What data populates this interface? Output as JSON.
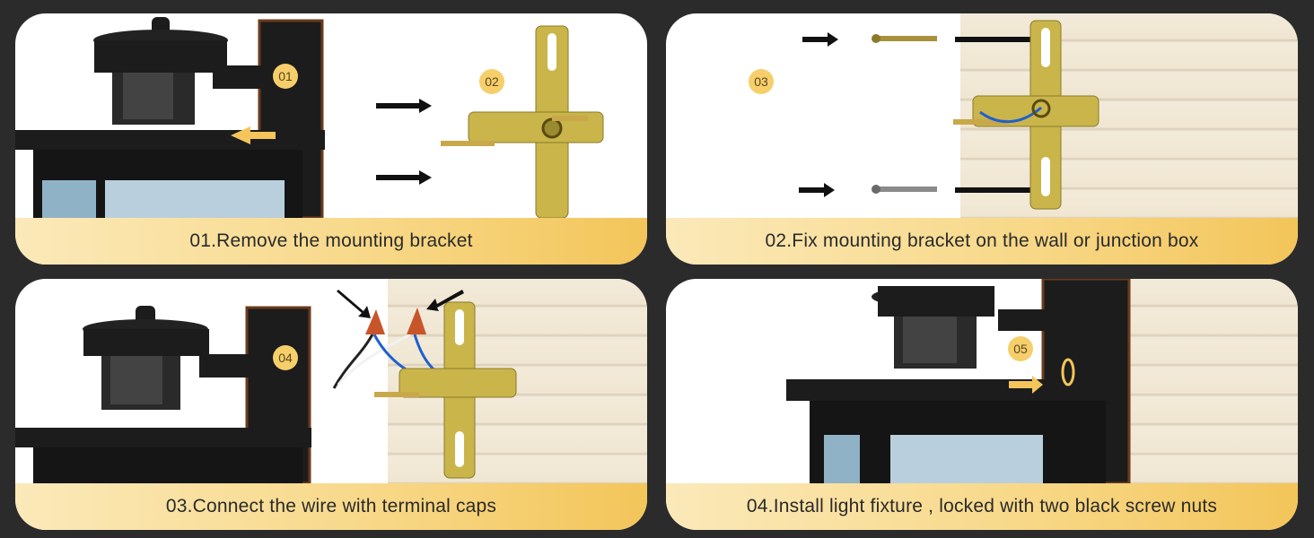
{
  "steps": [
    {
      "badge": "01",
      "caption": "01.Remove the mounting bracket",
      "badge2": "02"
    },
    {
      "badge": "03",
      "caption": "02.Fix mounting bracket on the wall or junction box"
    },
    {
      "badge": "04",
      "caption": "03.Connect the wire with terminal caps"
    },
    {
      "badge": "05",
      "caption": "04.Install light fixture , locked with two black screw nuts"
    }
  ],
  "colors": {
    "frame": "#2b2b2b",
    "badge": "#f6cf6b",
    "caption_gradient_start": "#fbe9b9",
    "caption_gradient_end": "#f3c55a",
    "fixture": "#1c1c1c",
    "bracket": "#c9b54a",
    "wire_blue": "#1f5fd0",
    "cap_orange": "#c8552a"
  }
}
